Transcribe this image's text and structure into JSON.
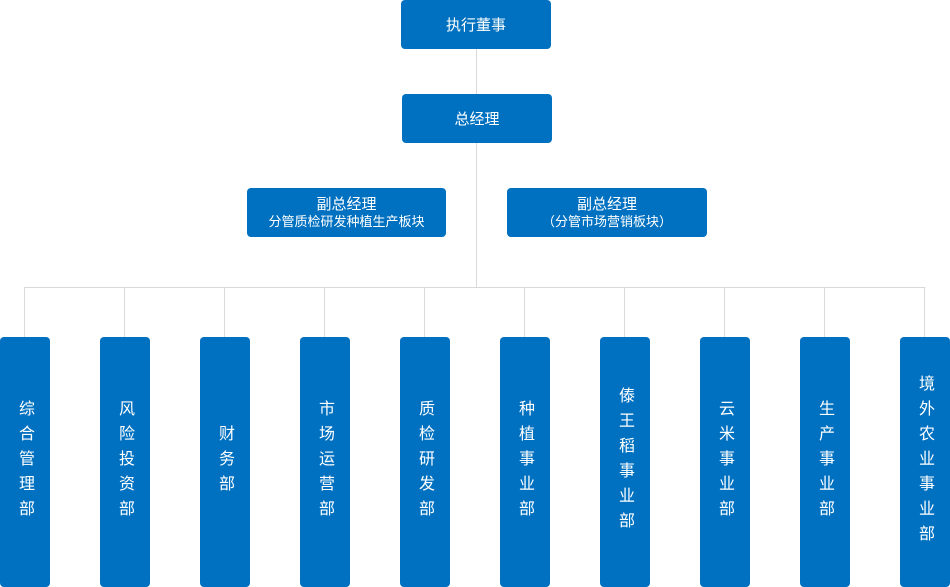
{
  "colors": {
    "box": "#0071c0",
    "text": "#ffffff",
    "connector": "#d9d9d9"
  },
  "org": {
    "executive": "执行董事",
    "general_manager": "总经理",
    "vp_quality": {
      "title": "副总经理",
      "scope": "分管质检研发种植生产板块"
    },
    "vp_market": {
      "title": "副总经理",
      "scope": "（分管市场营销板块）"
    },
    "departments": [
      "综合管理部",
      "风险投资部",
      "财务部",
      "市场运营部",
      "质检研发部",
      "种植事业部",
      "傣王稻事业部",
      "云米事业部",
      "生产事业部",
      "境外农业事业部"
    ]
  }
}
